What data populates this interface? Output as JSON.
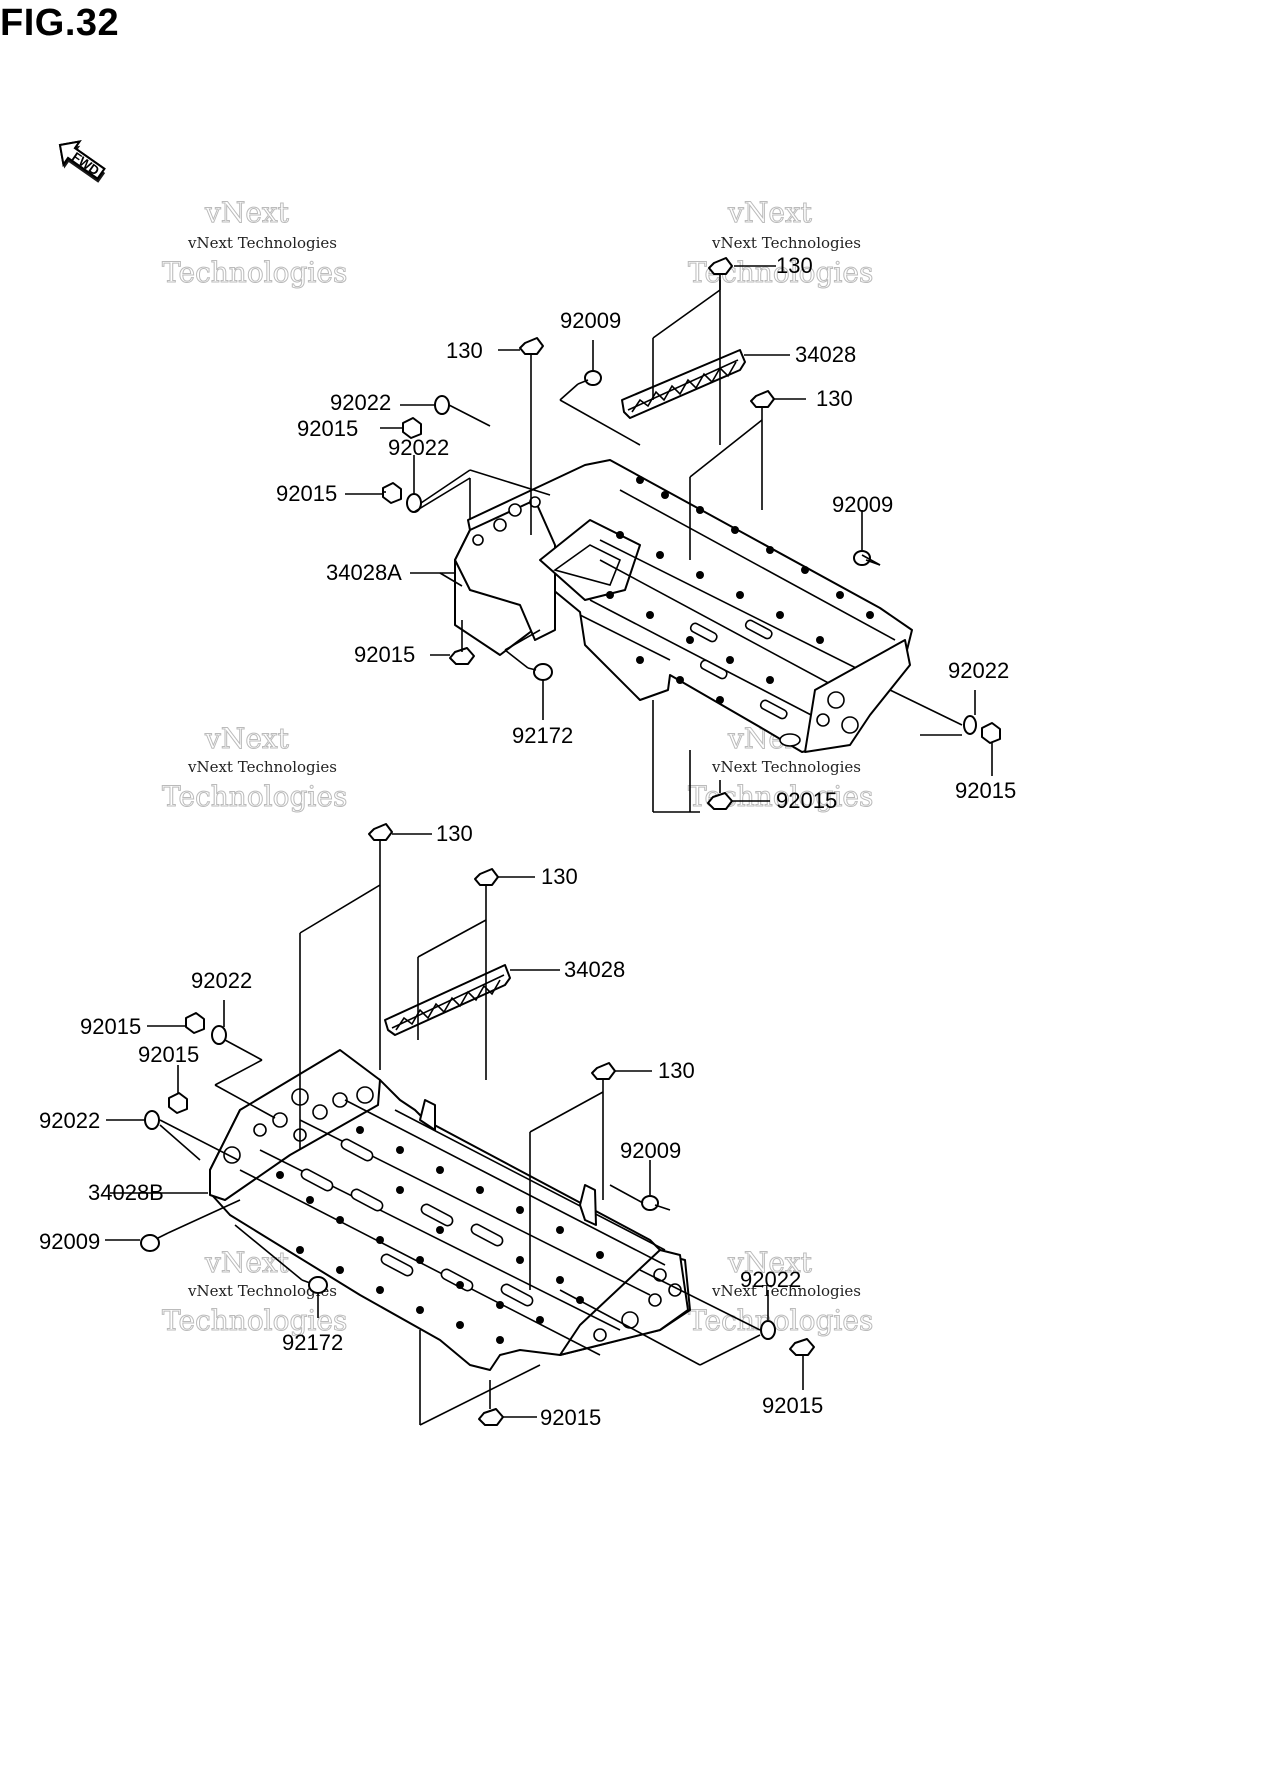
{
  "figure": {
    "title": "FIG.32"
  },
  "fwd_arrow": {
    "label": "FWD",
    "icon": "fwd-arrow-icon"
  },
  "watermark": {
    "line1": "vNext Technologies",
    "line2": "vNext",
    "line3": "Technologies"
  },
  "upper_assembly": {
    "labels": {
      "bolt_top_right": "130",
      "nut_top_left": "130",
      "clip_top": "92009",
      "cover": "34028",
      "bolt_mid": "130",
      "washer_1": "92022",
      "nut_1": "92015",
      "washer_2": "92022",
      "nut_2": "92015",
      "clip_right": "92009",
      "bracket": "34028A",
      "nut_bottom": "92015",
      "screw": "92172",
      "washer_right": "92022",
      "nut_right": "92015",
      "nut_center": "92015"
    }
  },
  "lower_assembly": {
    "labels": {
      "bolt_top": "130",
      "bolt_2": "130",
      "cover": "34028",
      "washer_1": "92022",
      "nut_1": "92015",
      "nut_2": "92015",
      "washer_2": "92022",
      "bolt_right": "130",
      "clip_right": "92009",
      "bracket": "34028B",
      "clip_left": "92009",
      "washer_right": "92022",
      "screw": "92172",
      "nut_right": "92015",
      "nut_center": "92015"
    }
  }
}
